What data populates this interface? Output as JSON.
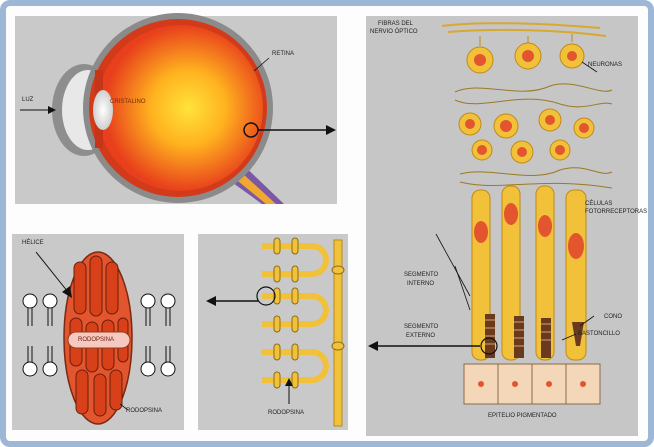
{
  "labels": {
    "luz": "LUZ",
    "cristalino": "CRISTALINO",
    "retina": "RETINA",
    "fibras": "FIBRAS DEL",
    "nervio": "NERVIO ÓPTICO",
    "neuronas": "NEURONAS",
    "celulas1": "CÉLULAS",
    "celulas2": "FOTORRECEPTORAS",
    "seg_int1": "SEGMENTO",
    "seg_int2": "INTERNO",
    "seg_ext1": "SEGMENTO",
    "seg_ext2": "EXTERNO",
    "cono": "CONO",
    "baston": "BASTONCILLO",
    "epitelio": "EPITELIO PIGMENTADO",
    "helice": "HÉLICE",
    "rodopsina_center": "RODOPSINA",
    "rodopsina_right": "RODOPSINA",
    "rodopsina_mid": "RODOPSINA"
  },
  "colors": {
    "panel_bg": "#c9c9c9",
    "eye_red": "#e8401c",
    "eye_yellow": "#ffd21f",
    "cell_yellow": "#f2c13a",
    "nucleus": "#e2552e",
    "arrow": "#111111"
  }
}
